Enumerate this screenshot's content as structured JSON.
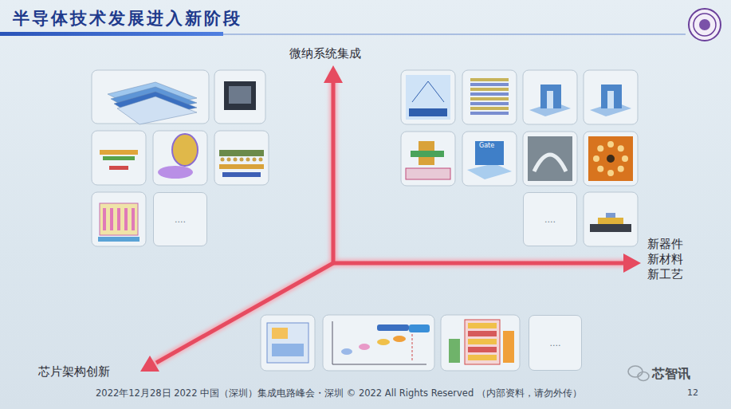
{
  "diagram": {
    "title": "半导体技术发展进入新阶段",
    "nodes": [
      {
        "text": [
          "...."
        ]
      },
      {
        "text": [
          "...."
        ]
      },
      {
        "text": [
          "...."
        ]
      }
    ],
    "labels": [
      "微纳系统集成",
      "新器件 新材料 新工艺",
      "芯片架构创新",
      "Gate",
      "2022年12月28日 2022 中国（深圳）集成电路峰会・深圳 © 2022 All Rights Reserved （内部资料，请勿外传）",
      "12",
      "芯智讯"
    ]
  }
}
